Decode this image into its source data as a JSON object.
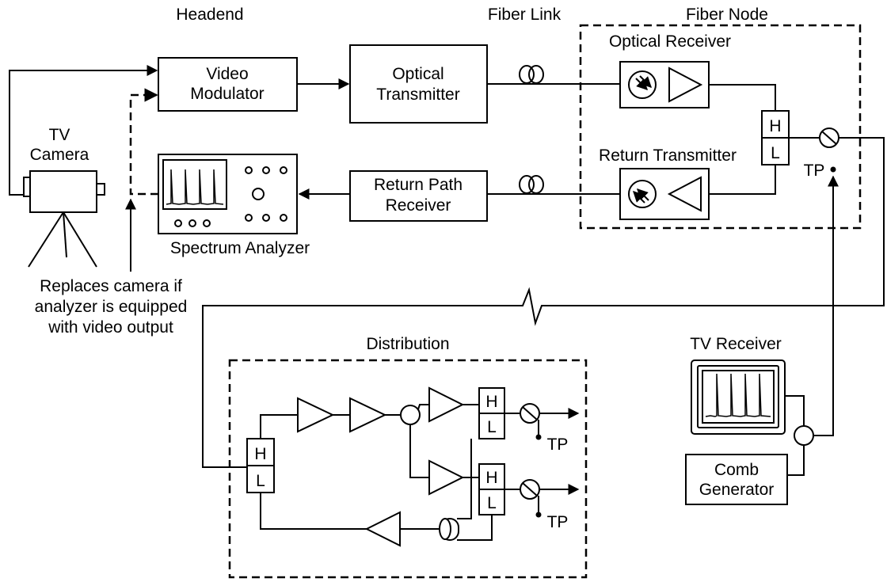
{
  "sections": {
    "headend": "Headend",
    "fiber_link": "Fiber Link",
    "fiber_node": "Fiber Node",
    "distribution": "Distribution"
  },
  "camera": {
    "line1": "TV",
    "line2": "Camera"
  },
  "video_modulator": {
    "line1": "Video",
    "line2": "Modulator"
  },
  "optical_transmitter": {
    "line1": "Optical",
    "line2": "Transmitter"
  },
  "optical_receiver": {
    "label": "Optical Receiver"
  },
  "return_transmitter": {
    "label": "Return Transmitter"
  },
  "return_path_receiver": {
    "line1": "Return Path",
    "line2": "Receiver"
  },
  "spectrum_analyzer": {
    "label": "Spectrum Analyzer"
  },
  "note": {
    "line1": "Replaces camera if",
    "line2": "analyzer is equipped",
    "line3": "with video output"
  },
  "tv_receiver": {
    "label": "TV Receiver"
  },
  "comb_generator": {
    "line1": "Comb",
    "line2": "Generator"
  },
  "diplex": {
    "high": "H",
    "low": "L"
  },
  "test_point": "TP"
}
